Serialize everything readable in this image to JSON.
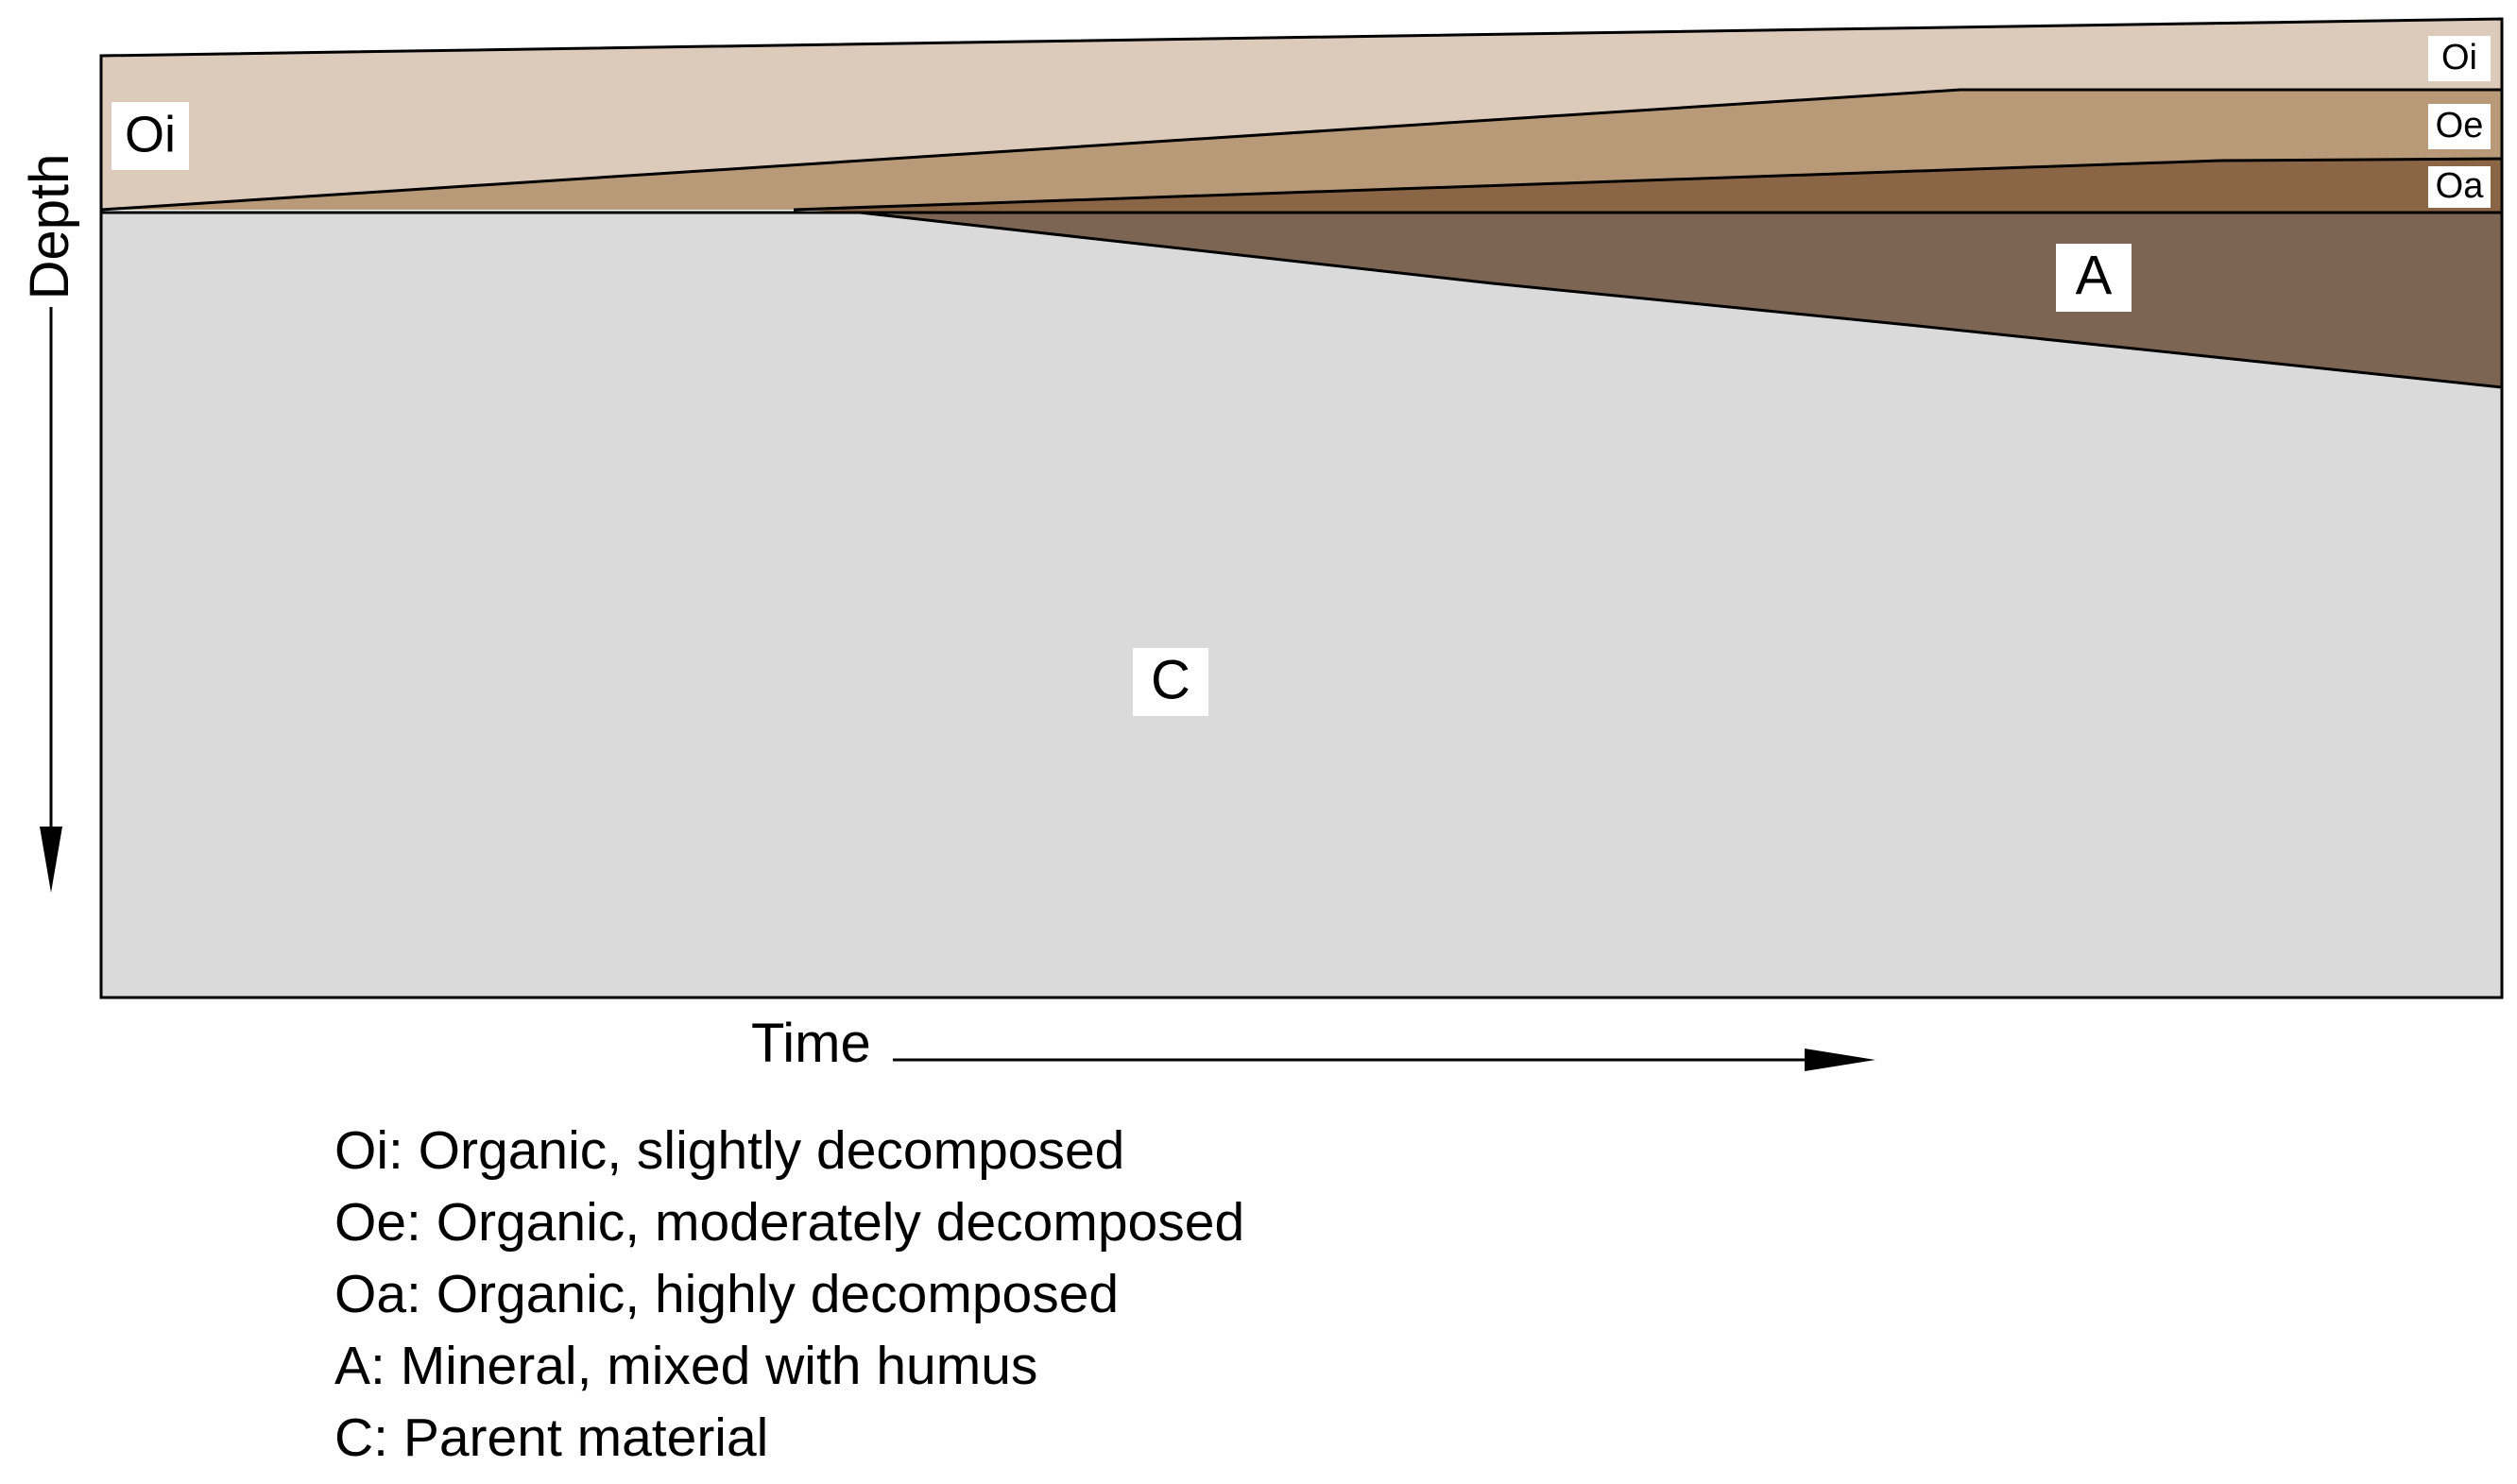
{
  "axes": {
    "x_label": "Time",
    "y_label": "Depth"
  },
  "horizons": [
    {
      "id": "oi",
      "label": "Oi",
      "color": "#dccbbb"
    },
    {
      "id": "oe",
      "label": "Oe",
      "color": "#b99a78"
    },
    {
      "id": "oa",
      "label": "Oa",
      "color": "#8b6646"
    },
    {
      "id": "a",
      "label": "A",
      "color": "#7c6653"
    },
    {
      "id": "c",
      "label": "C",
      "color": "#dadada"
    }
  ],
  "legend": [
    "Oi: Organic, slightly decomposed",
    "Oe: Organic, moderately decomposed",
    "Oa: Organic, highly decomposed",
    "A: Mineral, mixed with humus",
    "C: Parent material"
  ]
}
